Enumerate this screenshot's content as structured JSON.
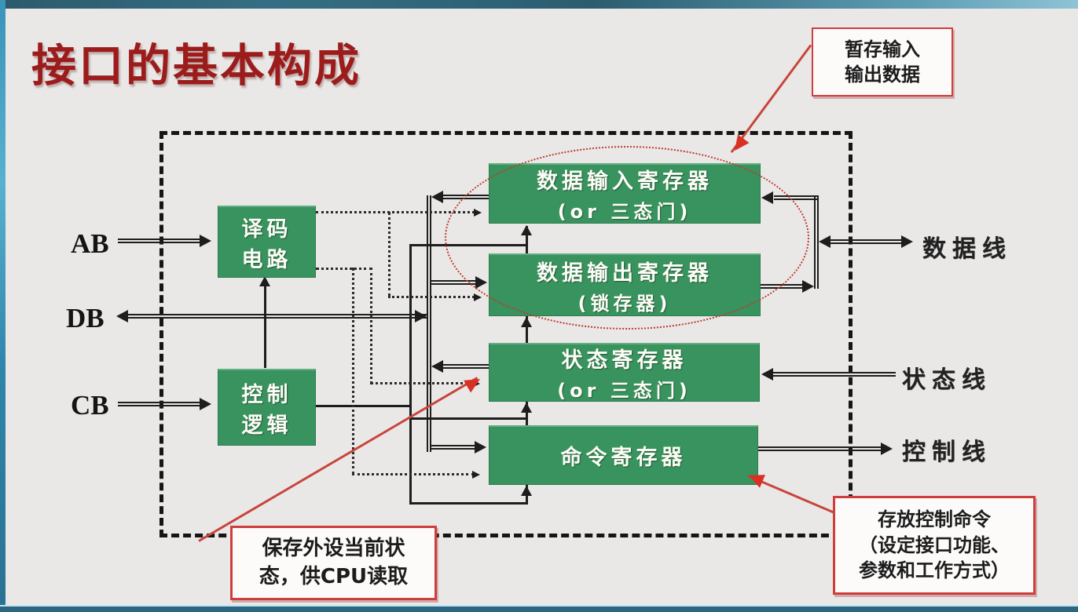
{
  "slide": {
    "title": "接口的基本构成"
  },
  "bus_labels": {
    "ab": "AB",
    "db": "DB",
    "cb": "CB"
  },
  "blocks": {
    "decoder": {
      "line1": "译码",
      "line2": "电路"
    },
    "control_logic": {
      "line1": "控制",
      "line2": "逻辑"
    },
    "data_in_reg": {
      "line1": "数据输入寄存器",
      "line2": "(or 三态门)"
    },
    "data_out_reg": {
      "line1": "数据输出寄存器",
      "line2": "(锁存器)"
    },
    "status_reg": {
      "line1": "状态寄存器",
      "line2": "(or 三态门)"
    },
    "command_reg": {
      "line1": "命令寄存器"
    }
  },
  "external_lines": {
    "data": "数据线",
    "status": "状态线",
    "control": "控制线"
  },
  "callouts": {
    "buffer_io": {
      "line1": "暂存输入",
      "line2": "输出数据"
    },
    "save_status": {
      "line1": "保存外设当前状",
      "line2": "态，供CPU读取"
    },
    "store_command": {
      "line1": "存放控制命令",
      "line2": "（设定接口功能、",
      "line3": "参数和工作方式）"
    }
  },
  "colors": {
    "box_green": "#38935e",
    "title_red": "#9c1c1c",
    "accent_red": "#cc3b31",
    "slide_bg": "#e9e8e6"
  }
}
